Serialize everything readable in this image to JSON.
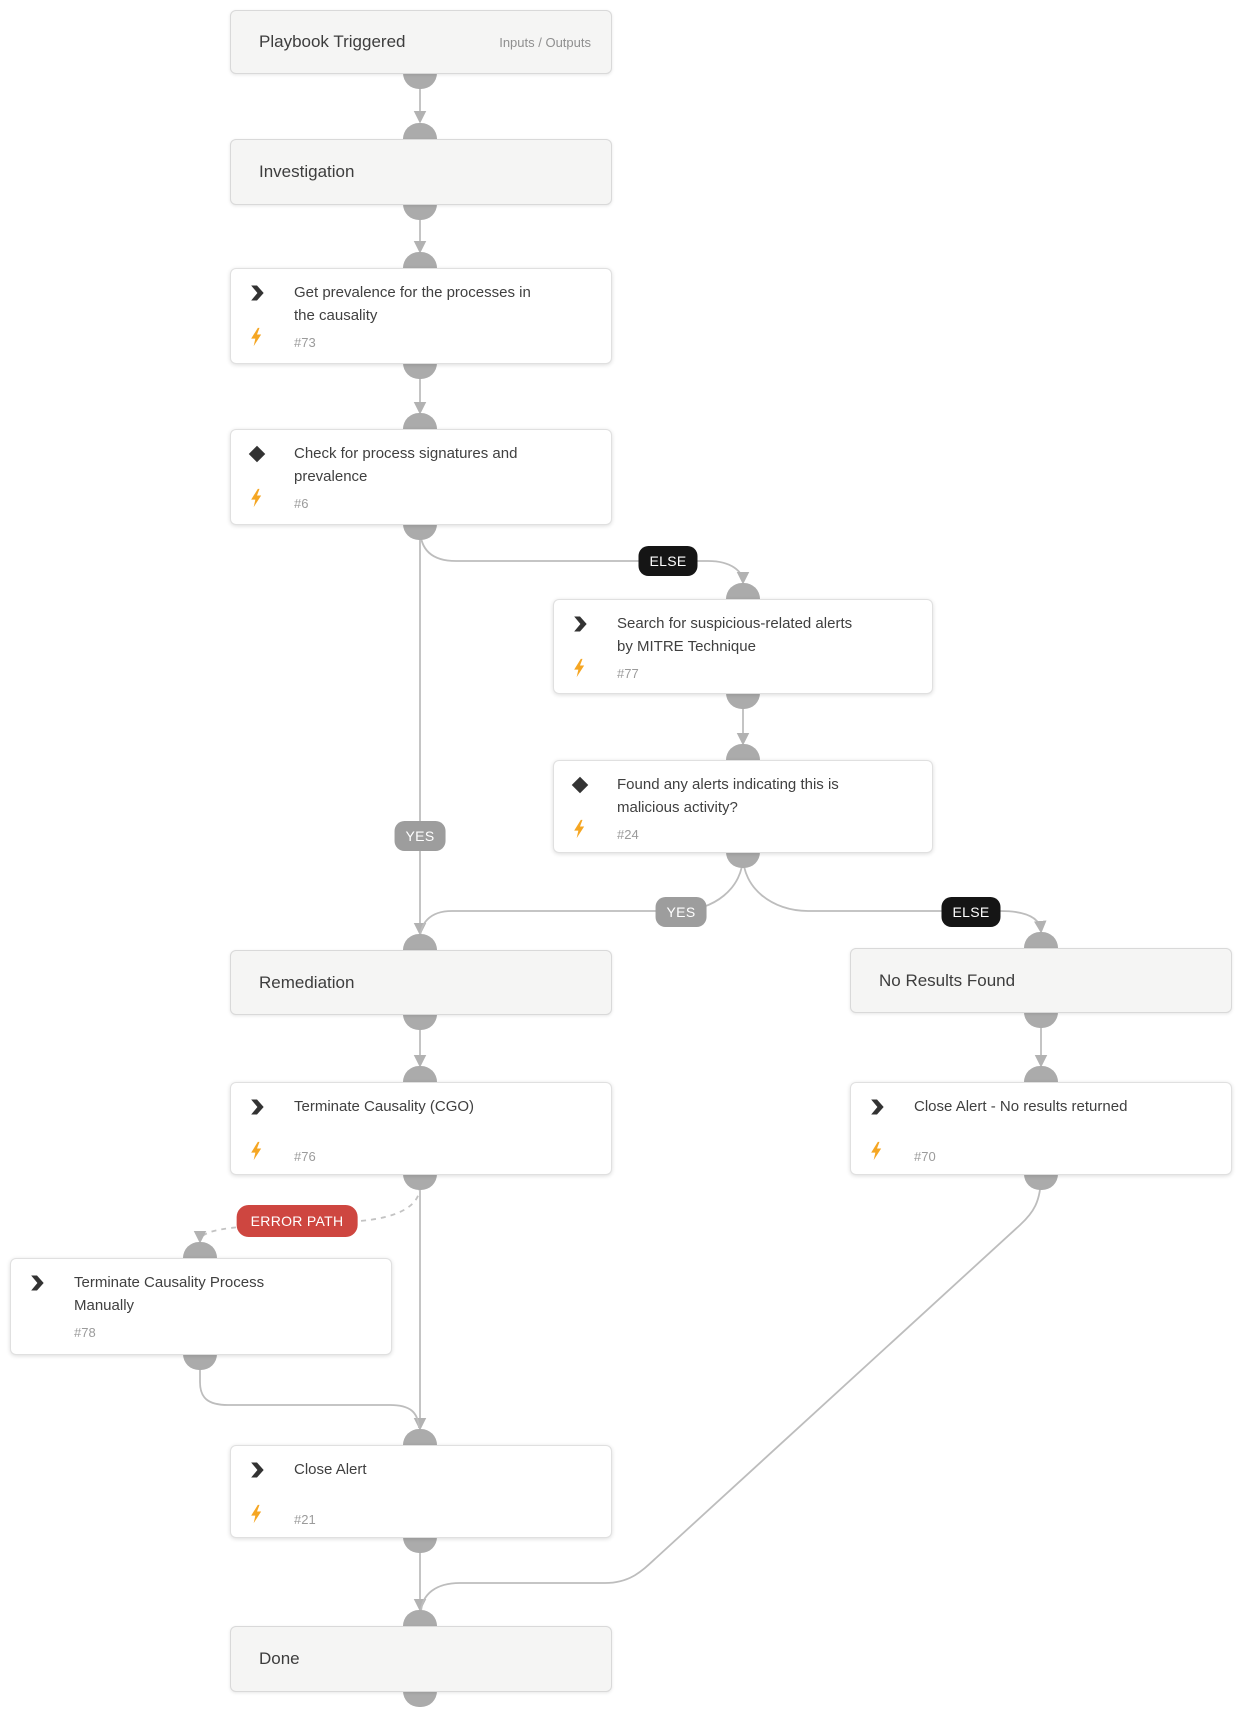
{
  "header": {
    "title": "Playbook Triggered",
    "inputs_outputs": "Inputs / Outputs"
  },
  "sections": {
    "investigation": "Investigation",
    "remediation": "Remediation",
    "no_results": "No Results Found",
    "done": "Done"
  },
  "tasks": {
    "t73": {
      "title": "Get prevalence for the processes in the causality",
      "id": "#73",
      "type": "automation"
    },
    "t6": {
      "title": "Check for process signatures and prevalence",
      "id": "#6",
      "type": "condition"
    },
    "t77": {
      "title": "Search for suspicious-related alerts by MITRE Technique",
      "id": "#77",
      "type": "automation"
    },
    "t24": {
      "title": "Found any alerts indicating this is malicious activity?",
      "id": "#24",
      "type": "condition"
    },
    "t76": {
      "title": "Terminate Causality (CGO)",
      "id": "#76",
      "type": "automation"
    },
    "t70": {
      "title": "Close Alert - No results returned",
      "id": "#70",
      "type": "automation"
    },
    "t78": {
      "title": "Terminate Causality Process Manually",
      "id": "#78",
      "type": "automation"
    },
    "t21": {
      "title": "Close Alert",
      "id": "#21",
      "type": "automation"
    }
  },
  "edge_labels": {
    "yes": "YES",
    "else": "ELSE",
    "error_path": "ERROR PATH"
  },
  "colors": {
    "bolt_icon": "#f5a623",
    "task_icon": "#333333",
    "yes_badge": "#9d9d9d",
    "else_badge": "#151515",
    "error_badge": "#ce4640",
    "connector_line": "#bdbdbd",
    "section_bg": "#f5f5f4",
    "task_bg": "#ffffff"
  }
}
